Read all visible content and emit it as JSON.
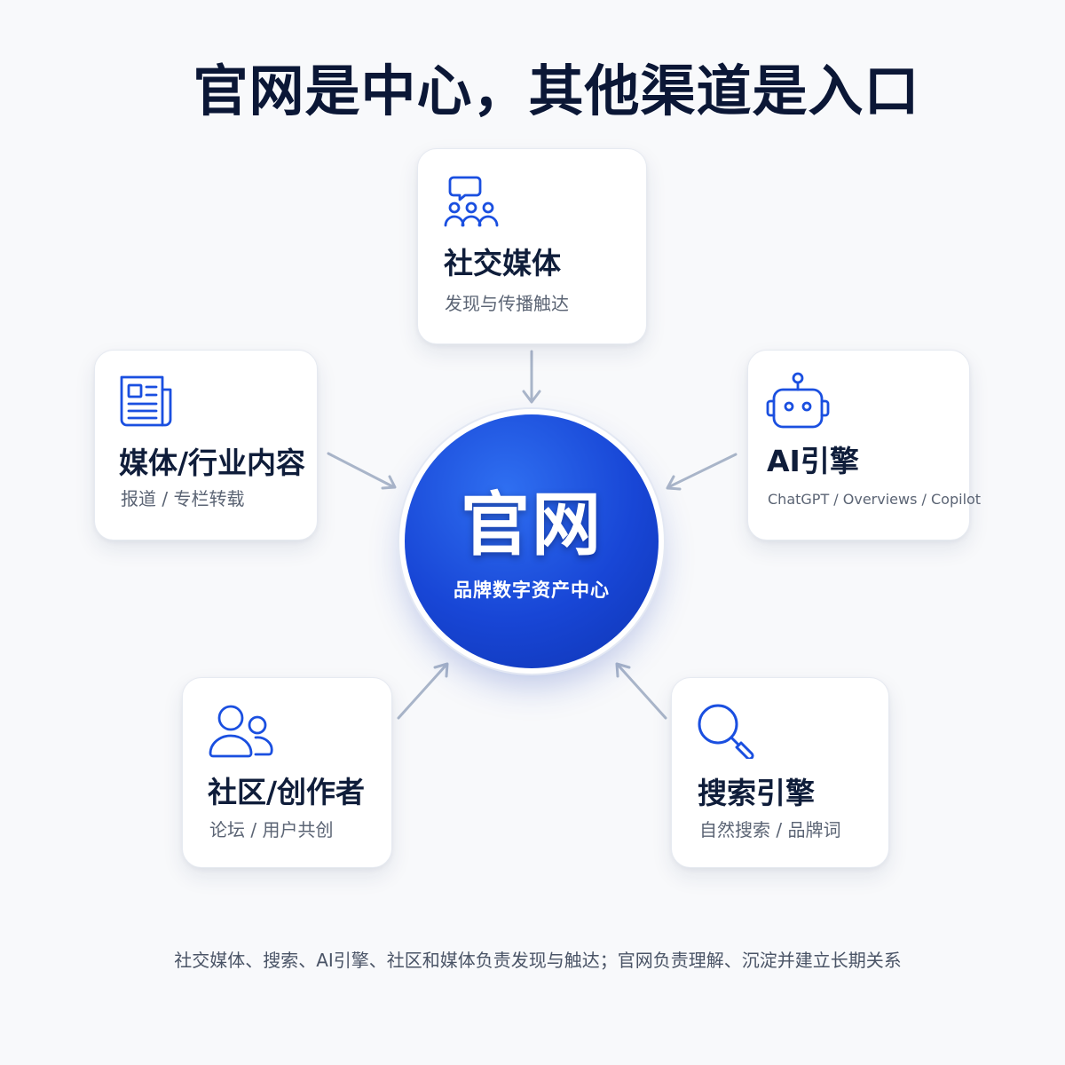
{
  "page": {
    "title": "官网是中心，其他渠道是入口",
    "footer": "社交媒体、搜索、AI引擎、社区和媒体负责发现与触达；官网负责理解、沉淀并建立长期关系"
  },
  "hub": {
    "title": "官网",
    "subtitle": "品牌数字资产中心"
  },
  "channels": {
    "social": {
      "title": "社交媒体",
      "subtitle": "发现与传播触达",
      "icon": "chat-group-icon"
    },
    "media": {
      "title": "媒体/行业内容",
      "subtitle": "报道 / 专栏转载",
      "icon": "newspaper-icon"
    },
    "ai": {
      "title": "AI引擎",
      "subtitle": "ChatGPT / Overviews / Copilot",
      "icon": "robot-icon"
    },
    "community": {
      "title": "社区/创作者",
      "subtitle": "论坛 / 用户共创",
      "icon": "users-icon"
    },
    "search": {
      "title": "搜索引擎",
      "subtitle": "自然搜索 / 品牌词",
      "icon": "search-icon"
    }
  },
  "colors": {
    "accent": "#1a4fe0",
    "hub_gradient_start": "#2f6ff1",
    "hub_gradient_end": "#0e34b2",
    "connector": "#a9b5c9",
    "title_text": "#0b1736",
    "muted_text": "#5b6474"
  }
}
